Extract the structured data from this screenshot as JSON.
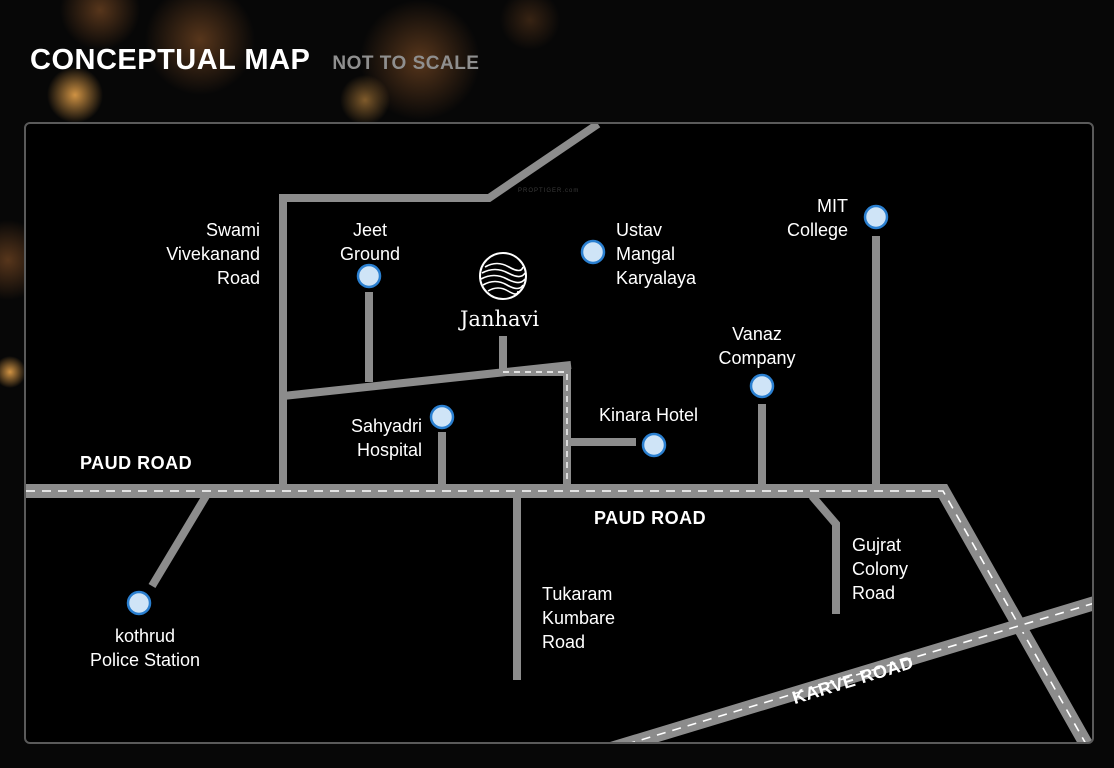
{
  "header": {
    "title": "CONCEPTUAL MAP",
    "subtitle": "NOT TO SCALE"
  },
  "watermark": "PROPTIGER.com",
  "project": {
    "name": "Janhavi",
    "icon": "janhavi-logo-icon"
  },
  "roads": {
    "paud_road_upper": "PAUD ROAD",
    "paud_road_lower": "PAUD ROAD",
    "karve_road": "KARVE ROAD",
    "swami_vivekanand": [
      "Swami",
      "Vivekanand",
      "Road"
    ],
    "tukaram_kumbare": [
      "Tukaram",
      "Kumbare",
      "Road"
    ],
    "gujrat_colony": [
      "Gujrat",
      "Colony",
      "Road"
    ]
  },
  "landmarks": {
    "jeet_ground": [
      "Jeet",
      "Ground"
    ],
    "ustav": [
      "Ustav",
      "Mangal",
      "Karyalaya"
    ],
    "mit_college": [
      "MIT",
      "College"
    ],
    "vanaz": [
      "Vanaz",
      "Company"
    ],
    "kinara_hotel": [
      "Kinara Hotel"
    ],
    "sahyadri": [
      "Sahyadri",
      "Hospital"
    ],
    "kothrud": [
      "kothrud",
      "Police Station"
    ]
  },
  "colors": {
    "road": "#8c8c8c",
    "marker_fill": "#cfe4f7",
    "marker_stroke": "#2a7fd0",
    "background": "#000000"
  }
}
